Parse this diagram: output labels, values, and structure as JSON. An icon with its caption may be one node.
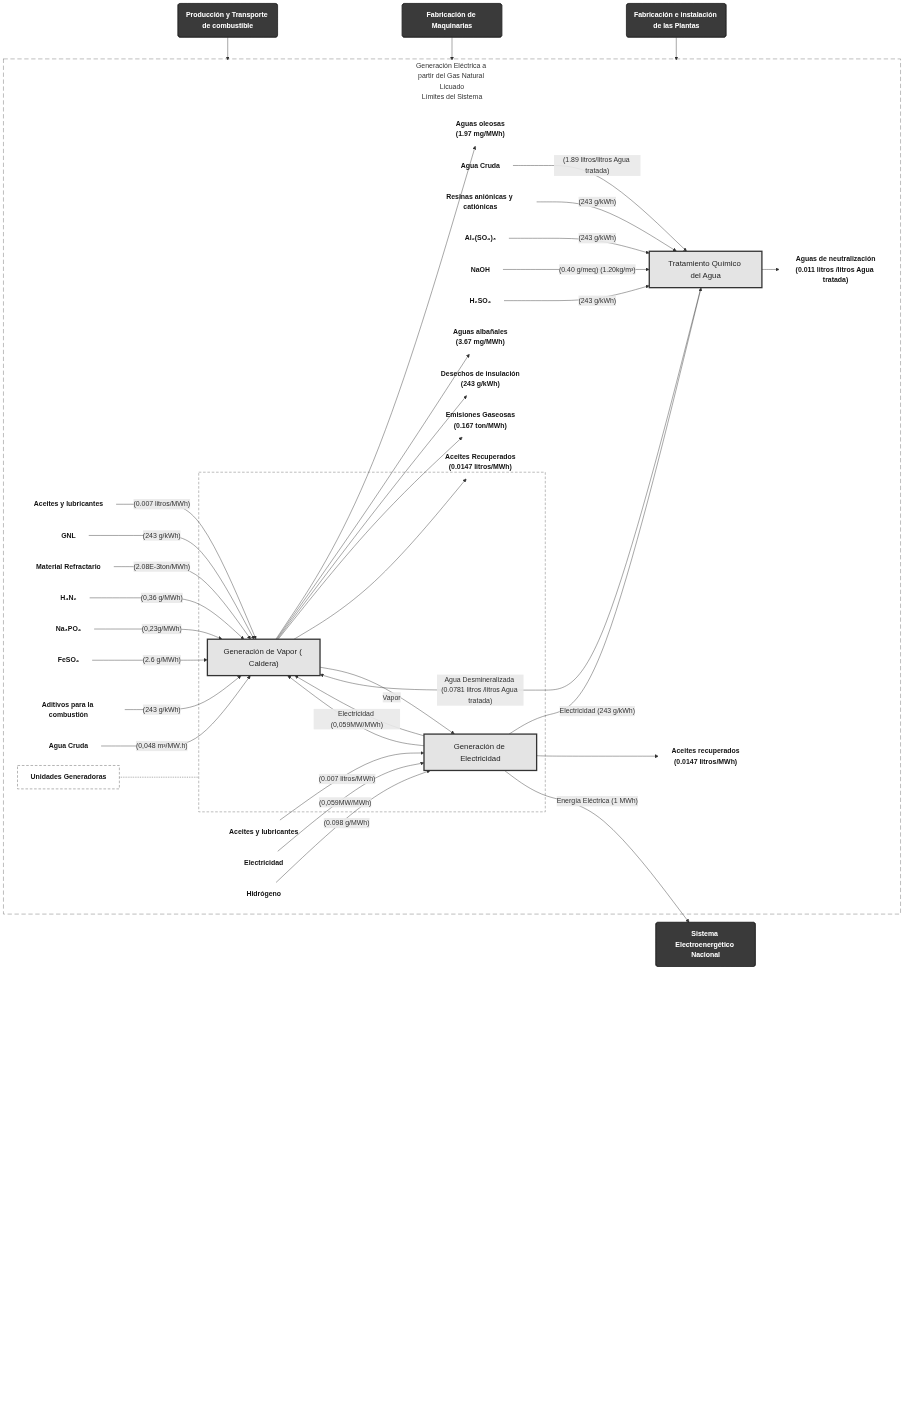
{
  "diagram": {
    "nodes": [
      {
        "text": [
          "Producción y Transporte de combustible"
        ]
      },
      {
        "text": [
          "Fabricación de Maquinarias"
        ]
      },
      {
        "text": [
          "Fabricación e instalación de las Plantas"
        ]
      },
      {
        "text": [
          "Generación Eléctrica a partir del Gas Natural Licuado",
          "Límites del Sistema"
        ]
      },
      {
        "text": [
          "Agua Cruda"
        ],
        "in": 3
      },
      {
        "text": [
          "Resinas aniónicas y catiónicas"
        ],
        "in": 3
      },
      {
        "text": [
          "Al₂(SO₄)₃"
        ],
        "in": 3
      },
      {
        "text": [
          "NaOH"
        ],
        "in": 3
      },
      {
        "text": [
          "H₂SO₄"
        ],
        "in": 3
      },
      {
        "text": [
          "Tratamiento Químico del Agua"
        ],
        "in": 3
      },
      {
        "text": [
          "Aguas de neutralización",
          "(0.011 litros /litros Agua tratada)"
        ],
        "in": 3
      },
      {
        "text": [],
        "shape": "box",
        "in": 3
      },
      {
        "text": [
          "Aceites y lubricantes"
        ],
        "in": 3
      },
      {
        "text": [
          "GNL"
        ],
        "in": 3
      },
      {
        "text": [
          "Material Refractario"
        ],
        "in": 3
      },
      {
        "text": [
          "H₄N₂"
        ],
        "in": 3
      },
      {
        "text": [
          "Na₃PO₄"
        ],
        "in": 3
      },
      {
        "text": [
          "FeSO₄"
        ],
        "in": 3
      },
      {
        "text": [
          "Aditivos para la combustión"
        ],
        "in": 3
      },
      {
        "text": [
          "Agua Cruda"
        ],
        "in": 3
      },
      {
        "text": [
          "Generación de Vapor ( Caldera)"
        ],
        "in": 11
      },
      {
        "text": [
          "Aguas oleosas",
          "(1.97 mg/MWh)"
        ],
        "in": 3
      },
      {
        "text": [
          "Aguas albañales",
          "(3.67 mg/MWh)"
        ],
        "in": 3
      },
      {
        "text": [
          "Desechos de insulación",
          "(243 g/kWh)"
        ],
        "in": 3
      },
      {
        "text": [
          "Emisiones Gaseosas",
          "(0.167 ton/MWh)"
        ],
        "in": 3
      },
      {
        "text": [
          "Aceites Recuperados",
          "(0.0147 litros/MWh)"
        ],
        "in": 3
      },
      {
        "text": [
          "Aceites y lubricantes"
        ],
        "in": 3
      },
      {
        "text": [
          "Electricidad"
        ],
        "in": 3
      },
      {
        "text": [
          "Hidrógeno"
        ],
        "in": 3
      },
      {
        "text": [
          "Generación de Electricidad"
        ],
        "in": 11
      },
      {
        "text": [
          "Aceites recuperados",
          "(0.0147 litros/MWh)"
        ],
        "in": 3
      },
      {
        "text": [
          "Unidades Generadoras"
        ],
        "in": 3
      },
      {
        "text": [
          "Sistema Electroenergético Nacional"
        ]
      }
    ],
    "edges": [
      {
        "from": 0,
        "to": 3,
        "arrow": "to"
      },
      {
        "from": 1,
        "to": 3,
        "arrow": "to"
      },
      {
        "from": 2,
        "to": 3,
        "arrow": "to"
      },
      {
        "from": 4,
        "to": 9,
        "arrow": "to",
        "label": "(1.89 litros/litros Agua tratada)"
      },
      {
        "from": 5,
        "to": 9,
        "arrow": "to",
        "label": "(243 g/kWh)"
      },
      {
        "from": 6,
        "to": 9,
        "arrow": "to",
        "label": "(243 g/kWh)"
      },
      {
        "from": 7,
        "to": 9,
        "arrow": "to",
        "label": "(0.40 g/meq) (1.20kg/m³)"
      },
      {
        "from": 8,
        "to": 9,
        "arrow": "to",
        "label": "(243 g/kWh)"
      },
      {
        "from": 29,
        "to": 9,
        "arrow": "to",
        "label": "Electricidad (243 g/kWh)"
      },
      {
        "from": 9,
        "to": 10,
        "arrow": "to"
      },
      {
        "from": 9,
        "to": 20,
        "arrow": "to",
        "label": "Agua Desmineralizada (0.0781 litros /litros Agua tratada)"
      },
      {
        "from": 12,
        "to": 20,
        "arrow": "to",
        "label": "(0.007 litros/MWh)"
      },
      {
        "from": 13,
        "to": 20,
        "arrow": "to",
        "label": "(243 g/kWh)"
      },
      {
        "from": 14,
        "to": 20,
        "arrow": "to",
        "label": "(2.08E-3ton/MWh)"
      },
      {
        "from": 15,
        "to": 20,
        "arrow": "to",
        "label": "(0,36 g/MWh)"
      },
      {
        "from": 16,
        "to": 20,
        "arrow": "to",
        "label": "(0,23g/MWh)"
      },
      {
        "from": 17,
        "to": 20,
        "arrow": "to",
        "label": "(2.6 g/MWh)"
      },
      {
        "from": 18,
        "to": 20,
        "arrow": "to",
        "label": "(243 g/kWh)"
      },
      {
        "from": 19,
        "to": 20,
        "arrow": "to",
        "label": "(0,048 m³/MW.h)"
      },
      {
        "from": 29,
        "to": 20,
        "arrow": "to",
        "label": "Electricidad (0,059MW/MWh)"
      },
      {
        "from": 20,
        "to": 21,
        "arrow": "to"
      },
      {
        "from": 20,
        "to": 22,
        "arrow": "to"
      },
      {
        "from": 20,
        "to": 23,
        "arrow": "to"
      },
      {
        "from": 20,
        "to": 24,
        "arrow": "to"
      },
      {
        "from": 20,
        "to": 25,
        "arrow": "to"
      },
      {
        "from": 20,
        "to": 29,
        "arrow": "to",
        "label": "Vapor"
      },
      {
        "from": 26,
        "to": 29,
        "arrow": "to",
        "label": "(0.007 litros/MWh)"
      },
      {
        "from": 27,
        "to": 29,
        "arrow": "to",
        "label": "(0,059MW/MWh)"
      },
      {
        "from": 28,
        "to": 29,
        "arrow": "to",
        "label": "(0.098 g/MWh)"
      },
      {
        "from": 29,
        "to": 30,
        "arrow": "to"
      },
      {
        "from": 29,
        "to": 20,
        "arrow": "to"
      },
      {
        "from": 31,
        "to": 11,
        "arrow": "none",
        "style": "dashed"
      },
      {
        "from": 29,
        "to": 32,
        "arrow": "to",
        "label": "Energía Eléctrica (1 MWh)"
      }
    ]
  }
}
